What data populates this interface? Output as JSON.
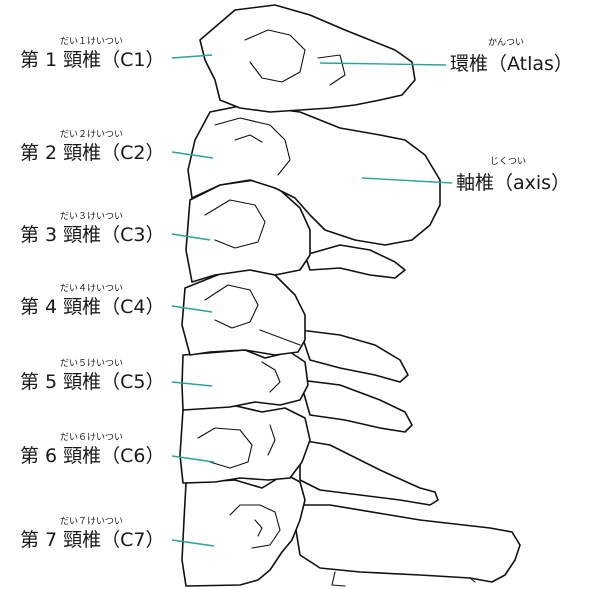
{
  "colors": {
    "leader_line": "#2aa39a",
    "outline": "#111111",
    "text": "#1a1a1a",
    "background": "#ffffff"
  },
  "labels": {
    "c1": {
      "ruby": "だい１けいつい",
      "text": "第 1 頸椎（C1）"
    },
    "c2": {
      "ruby": "だい２けいつい",
      "text": "第 2 頸椎（C2）"
    },
    "c3": {
      "ruby": "だい３けいつい",
      "text": "第 3 頸椎（C3）"
    },
    "c4": {
      "ruby": "だい４けいつい",
      "text": "第 4 頸椎（C4）"
    },
    "c5": {
      "ruby": "だい５けいつい",
      "text": "第 5 頸椎（C5）"
    },
    "c6": {
      "ruby": "だい６けいつい",
      "text": "第 6 頸椎（C6）"
    },
    "c7": {
      "ruby": "だい７けいつい",
      "text": "第 7 頸椎（C7）"
    },
    "atlas": {
      "ruby": "かんつい",
      "text": "環椎（Atlas）"
    },
    "axis": {
      "ruby": "じくつい",
      "text": "軸椎（axis）"
    }
  }
}
